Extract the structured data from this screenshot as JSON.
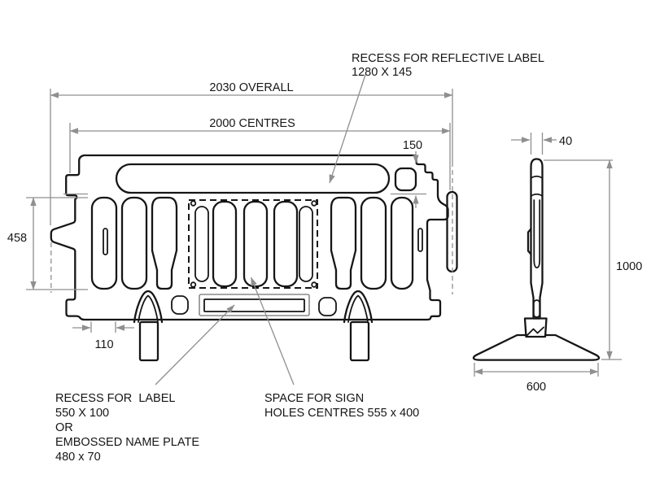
{
  "front_view": {
    "label_reflective": [
      "RECESS FOR REFLECTIVE LABEL",
      "1280 X 145"
    ],
    "dim_overall": "2030 OVERALL",
    "dim_centres": "2000 CENTRES",
    "dim_top_rail": "150",
    "dim_panel_height": "458",
    "dim_foot_offset": "110",
    "label_recess": [
      "RECESS FOR  LABEL",
      "550 X 100",
      "OR",
      "EMBOSSED NAME PLATE",
      "480 x 70"
    ],
    "label_sign": [
      "SPACE FOR SIGN",
      "HOLES CENTRES 555 x 400"
    ]
  },
  "side_view": {
    "dim_width": "40",
    "dim_height": "1000",
    "dim_base": "600"
  },
  "colors": {
    "line_color": "#161616",
    "dim_color": "#8f8f8f",
    "background": "#ffffff"
  }
}
